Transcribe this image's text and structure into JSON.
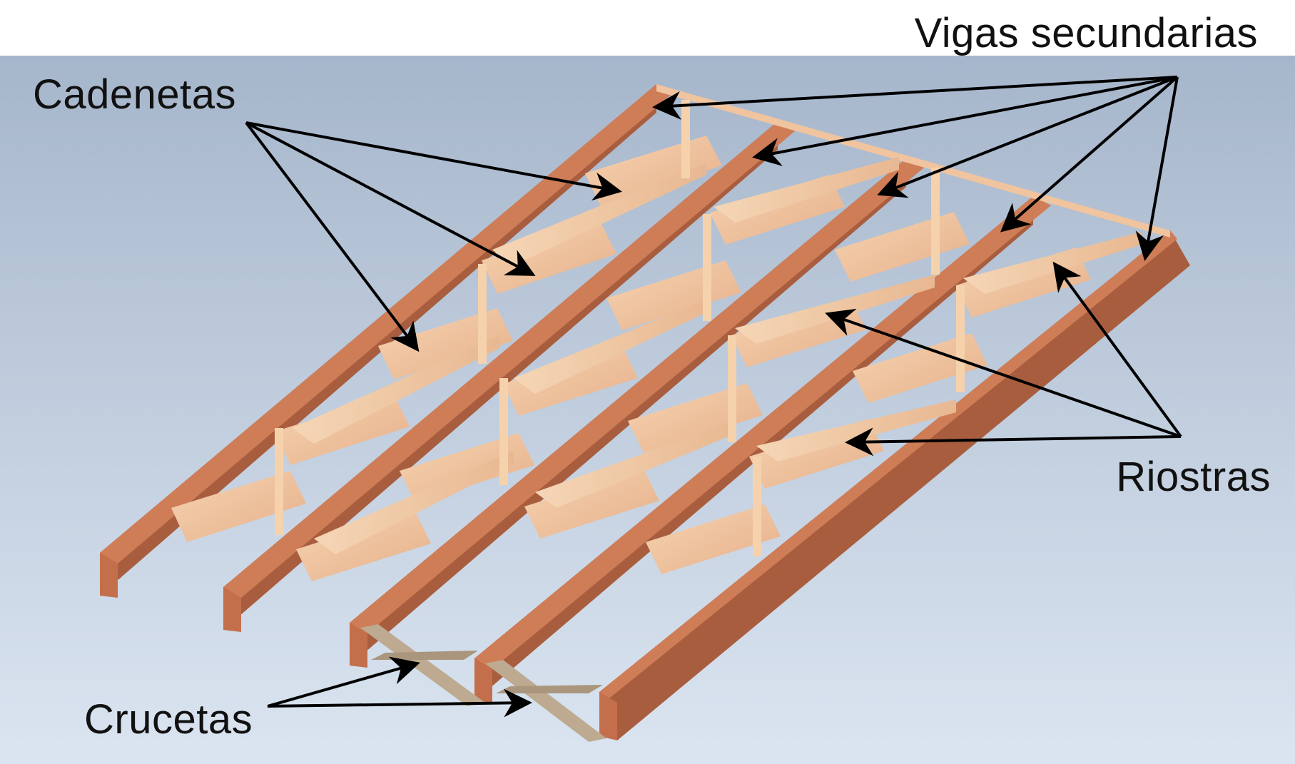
{
  "labels": {
    "vigas_secundarias": "Vigas secundarias",
    "cadenetas": "Cadenetas",
    "riostras": "Riostras",
    "crucetas": "Crucetas"
  },
  "colors": {
    "background_top": "#a6b6cb",
    "background_bottom": "#dbe5f1",
    "joist_top": "#cf7d57",
    "joist_side": "#a85e3e",
    "blocking": "#f0c49e",
    "bracing": "#f3cda8",
    "cross_brace": "#bdaa90",
    "arrow": "#000000"
  },
  "icons": [
    "arrow",
    "arrowhead"
  ]
}
